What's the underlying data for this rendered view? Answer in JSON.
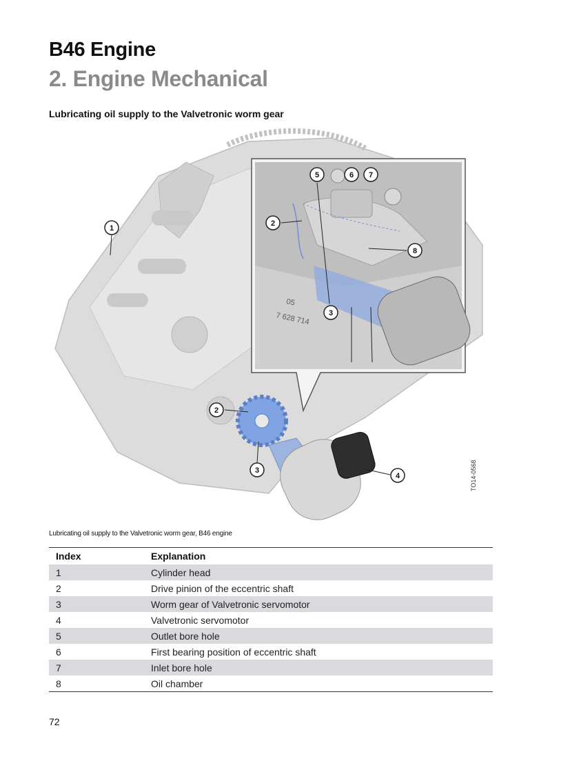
{
  "header": {
    "title": "B46 Engine",
    "subtitle": "2. Engine Mechanical"
  },
  "section": {
    "heading": "Lubricating oil supply to the Valvetronic worm gear"
  },
  "figure": {
    "id": "TO14-0568",
    "caption": "Lubricating oil supply to the Valvetronic worm gear, B46 engine",
    "callouts": [
      "1",
      "2",
      "3",
      "4",
      "5",
      "6",
      "7",
      "8"
    ],
    "part_stamp": [
      "05",
      "7 628 714"
    ],
    "colors": {
      "highlight": "#6f8fd6",
      "engine": "#d9d9d9"
    }
  },
  "legend_table": {
    "headers": [
      "Index",
      "Explanation"
    ],
    "rows": [
      {
        "index": "1",
        "explanation": "Cylinder head"
      },
      {
        "index": "2",
        "explanation": "Drive pinion of the eccentric shaft"
      },
      {
        "index": "3",
        "explanation": "Worm gear of Valvetronic servomotor"
      },
      {
        "index": "4",
        "explanation": "Valvetronic servomotor"
      },
      {
        "index": "5",
        "explanation": "Outlet bore hole"
      },
      {
        "index": "6",
        "explanation": "First bearing position of eccentric shaft"
      },
      {
        "index": "7",
        "explanation": "Inlet bore hole"
      },
      {
        "index": "8",
        "explanation": "Oil chamber"
      }
    ]
  },
  "footer": {
    "page_number": "72"
  }
}
